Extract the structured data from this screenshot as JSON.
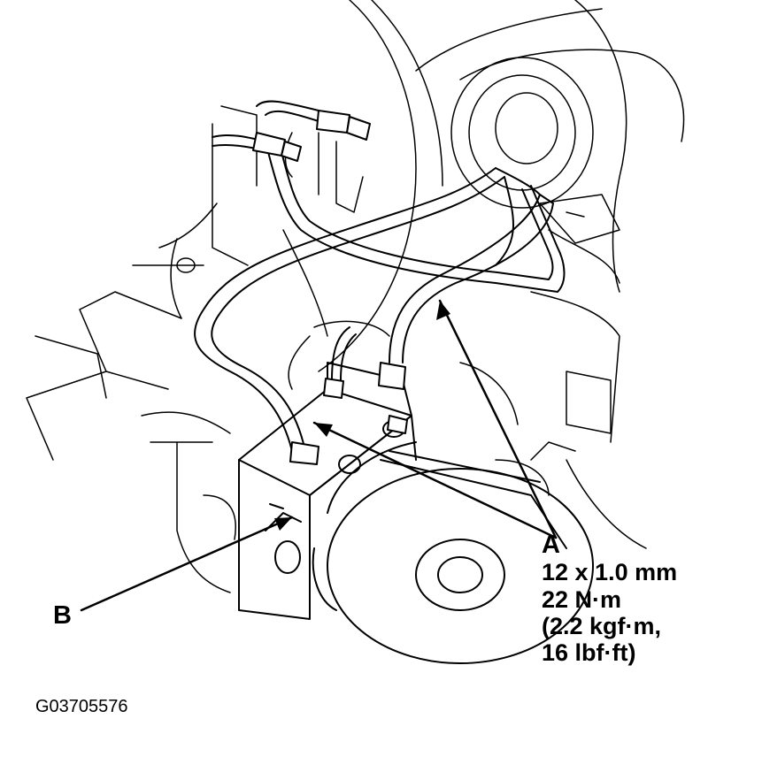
{
  "callouts": {
    "a": {
      "letter": "A",
      "lines": [
        "12 x 1.0 mm",
        "22 N·m",
        "(2.2 kgf·m,",
        "16 lbf·ft)"
      ]
    },
    "b": {
      "letter": "B"
    }
  },
  "figure_code": "G03705576",
  "colors": {
    "ink": "#000000",
    "paper": "#ffffff"
  }
}
